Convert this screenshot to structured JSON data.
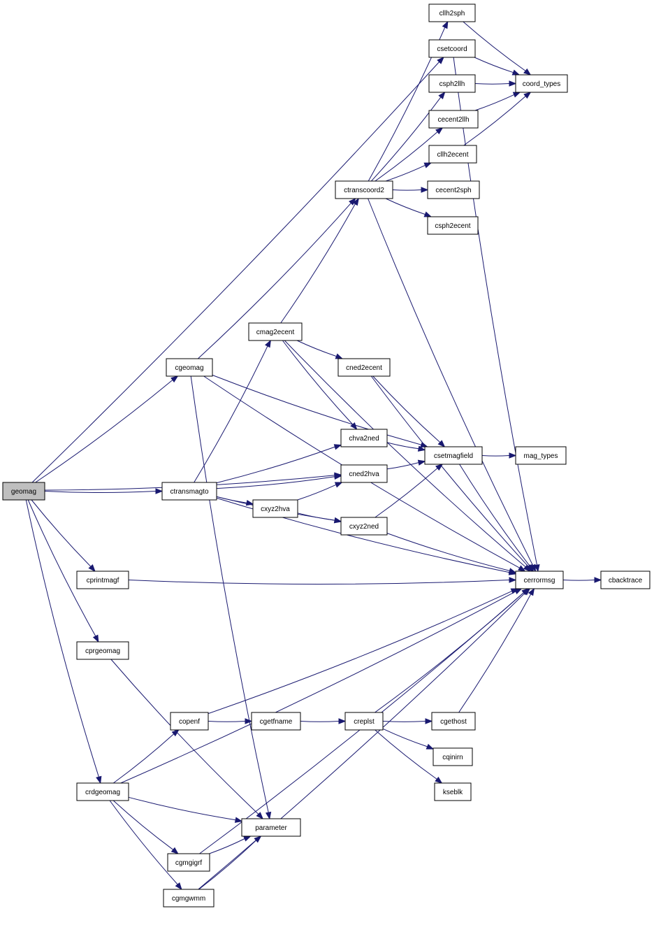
{
  "graph": {
    "nodes": [
      {
        "id": "geomag",
        "label": "geomag",
        "root": true
      },
      {
        "id": "cllh2sph",
        "label": "cllh2sph"
      },
      {
        "id": "csetcoord",
        "label": "csetcoord"
      },
      {
        "id": "coord_types",
        "label": "coord_types"
      },
      {
        "id": "csph2llh",
        "label": "csph2llh"
      },
      {
        "id": "cecent2llh",
        "label": "cecent2llh"
      },
      {
        "id": "cllh2ecent",
        "label": "cllh2ecent"
      },
      {
        "id": "ctranscoord2",
        "label": "ctranscoord2"
      },
      {
        "id": "cecent2sph",
        "label": "cecent2sph"
      },
      {
        "id": "csph2ecent",
        "label": "csph2ecent"
      },
      {
        "id": "cmag2ecent",
        "label": "cmag2ecent"
      },
      {
        "id": "cgeomag",
        "label": "cgeomag"
      },
      {
        "id": "cned2ecent",
        "label": "cned2ecent"
      },
      {
        "id": "chva2ned",
        "label": "chva2ned"
      },
      {
        "id": "csetmagfield",
        "label": "csetmagfield"
      },
      {
        "id": "mag_types",
        "label": "mag_types"
      },
      {
        "id": "cned2hva",
        "label": "cned2hva"
      },
      {
        "id": "ctransmagto",
        "label": "ctransmagto"
      },
      {
        "id": "cxyz2hva",
        "label": "cxyz2hva"
      },
      {
        "id": "cxyz2ned",
        "label": "cxyz2ned"
      },
      {
        "id": "cprintmagf",
        "label": "cprintmagf"
      },
      {
        "id": "cerrormsg",
        "label": "cerrormsg"
      },
      {
        "id": "cbacktrace",
        "label": "cbacktrace"
      },
      {
        "id": "cprgeomag",
        "label": "cprgeomag"
      },
      {
        "id": "copenf",
        "label": "copenf"
      },
      {
        "id": "cgetfname",
        "label": "cgetfname"
      },
      {
        "id": "creplst",
        "label": "creplst"
      },
      {
        "id": "cgethost",
        "label": "cgethost"
      },
      {
        "id": "cqinirn",
        "label": "cqinirn"
      },
      {
        "id": "kseblk",
        "label": "kseblk"
      },
      {
        "id": "crdgeomag",
        "label": "crdgeomag"
      },
      {
        "id": "parameter",
        "label": "parameter"
      },
      {
        "id": "cgmgigrf",
        "label": "cgmgigrf"
      },
      {
        "id": "cgmgwmm",
        "label": "cgmgwmm"
      }
    ],
    "edges": [
      [
        "geomag",
        "csetcoord"
      ],
      [
        "geomag",
        "cgeomag"
      ],
      [
        "geomag",
        "cned2hva"
      ],
      [
        "geomag",
        "ctransmagto"
      ],
      [
        "geomag",
        "cprintmagf"
      ],
      [
        "geomag",
        "cprgeomag"
      ],
      [
        "geomag",
        "crdgeomag"
      ],
      [
        "cllh2sph",
        "coord_types"
      ],
      [
        "csetcoord",
        "coord_types"
      ],
      [
        "csetcoord",
        "cerrormsg"
      ],
      [
        "csph2llh",
        "coord_types"
      ],
      [
        "cecent2llh",
        "coord_types"
      ],
      [
        "cllh2ecent",
        "coord_types"
      ],
      [
        "ctranscoord2",
        "cllh2sph"
      ],
      [
        "ctranscoord2",
        "csph2llh"
      ],
      [
        "ctranscoord2",
        "cecent2llh"
      ],
      [
        "ctranscoord2",
        "cllh2ecent"
      ],
      [
        "ctranscoord2",
        "cecent2sph"
      ],
      [
        "ctranscoord2",
        "csph2ecent"
      ],
      [
        "ctranscoord2",
        "cerrormsg"
      ],
      [
        "cgeomag",
        "ctranscoord2"
      ],
      [
        "cgeomag",
        "cerrormsg"
      ],
      [
        "cgeomag",
        "csetmagfield"
      ],
      [
        "cgeomag",
        "parameter"
      ],
      [
        "cmag2ecent",
        "ctranscoord2"
      ],
      [
        "cmag2ecent",
        "cned2ecent"
      ],
      [
        "cmag2ecent",
        "chva2ned"
      ],
      [
        "cmag2ecent",
        "cerrormsg"
      ],
      [
        "cned2ecent",
        "csetmagfield"
      ],
      [
        "cned2ecent",
        "cerrormsg"
      ],
      [
        "chva2ned",
        "csetmagfield"
      ],
      [
        "cned2hva",
        "csetmagfield"
      ],
      [
        "csetmagfield",
        "mag_types"
      ],
      [
        "csetmagfield",
        "cerrormsg"
      ],
      [
        "ctransmagto",
        "cmag2ecent"
      ],
      [
        "ctransmagto",
        "chva2ned"
      ],
      [
        "ctransmagto",
        "cned2hva"
      ],
      [
        "ctransmagto",
        "cxyz2hva"
      ],
      [
        "ctransmagto",
        "cxyz2ned"
      ],
      [
        "ctransmagto",
        "cerrormsg"
      ],
      [
        "cxyz2hva",
        "cned2hva"
      ],
      [
        "cxyz2hva",
        "cxyz2ned"
      ],
      [
        "cxyz2ned",
        "csetmagfield"
      ],
      [
        "cxyz2ned",
        "cerrormsg"
      ],
      [
        "cprintmagf",
        "cerrormsg"
      ],
      [
        "cerrormsg",
        "cbacktrace"
      ],
      [
        "cprgeomag",
        "parameter"
      ],
      [
        "copenf",
        "cgetfname"
      ],
      [
        "copenf",
        "cerrormsg"
      ],
      [
        "cgetfname",
        "creplst"
      ],
      [
        "creplst",
        "cgethost"
      ],
      [
        "creplst",
        "cqinirn"
      ],
      [
        "creplst",
        "kseblk"
      ],
      [
        "creplst",
        "cerrormsg"
      ],
      [
        "cgethost",
        "cerrormsg"
      ],
      [
        "crdgeomag",
        "copenf"
      ],
      [
        "crdgeomag",
        "parameter"
      ],
      [
        "crdgeomag",
        "cgmgigrf"
      ],
      [
        "crdgeomag",
        "cgmgwmm"
      ],
      [
        "crdgeomag",
        "cerrormsg"
      ],
      [
        "cgmgigrf",
        "parameter"
      ],
      [
        "cgmgigrf",
        "cerrormsg"
      ],
      [
        "cgmgwmm",
        "parameter"
      ],
      [
        "cgmgwmm",
        "cerrormsg"
      ]
    ]
  }
}
